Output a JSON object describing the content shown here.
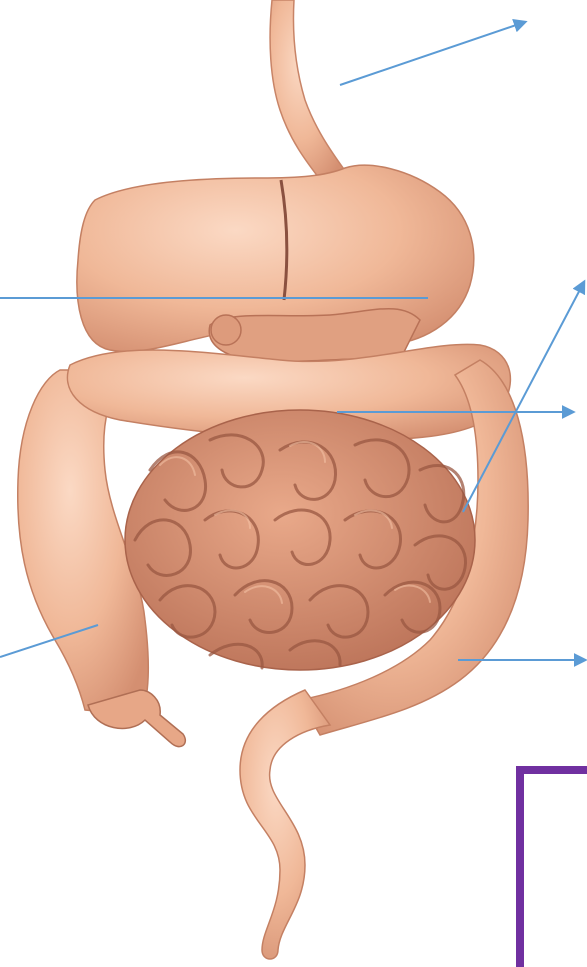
{
  "figure": {
    "subject": "digestive-system-diagram",
    "label_texts": [],
    "colors": {
      "background": "#ffffff",
      "tissue_light": "#f6c5a8",
      "tissue_mid": "#e7a787",
      "tissue_dark": "#c77f63",
      "tissue_outline": "#b06f55",
      "sphincter_ring": "#8a5140",
      "pointer_arrow": "#5b9bd5",
      "answer_box_border": "#7030a0"
    },
    "pointers": [
      {
        "name": "pointer-esophagus",
        "style": "arrow"
      },
      {
        "name": "pointer-stomach",
        "style": "line"
      },
      {
        "name": "pointer-transverse-colon",
        "style": "arrow"
      },
      {
        "name": "pointer-small-intestine",
        "style": "arrow"
      },
      {
        "name": "pointer-ascending-colon",
        "style": "line"
      },
      {
        "name": "pointer-descending-colon",
        "style": "arrow"
      }
    ]
  }
}
